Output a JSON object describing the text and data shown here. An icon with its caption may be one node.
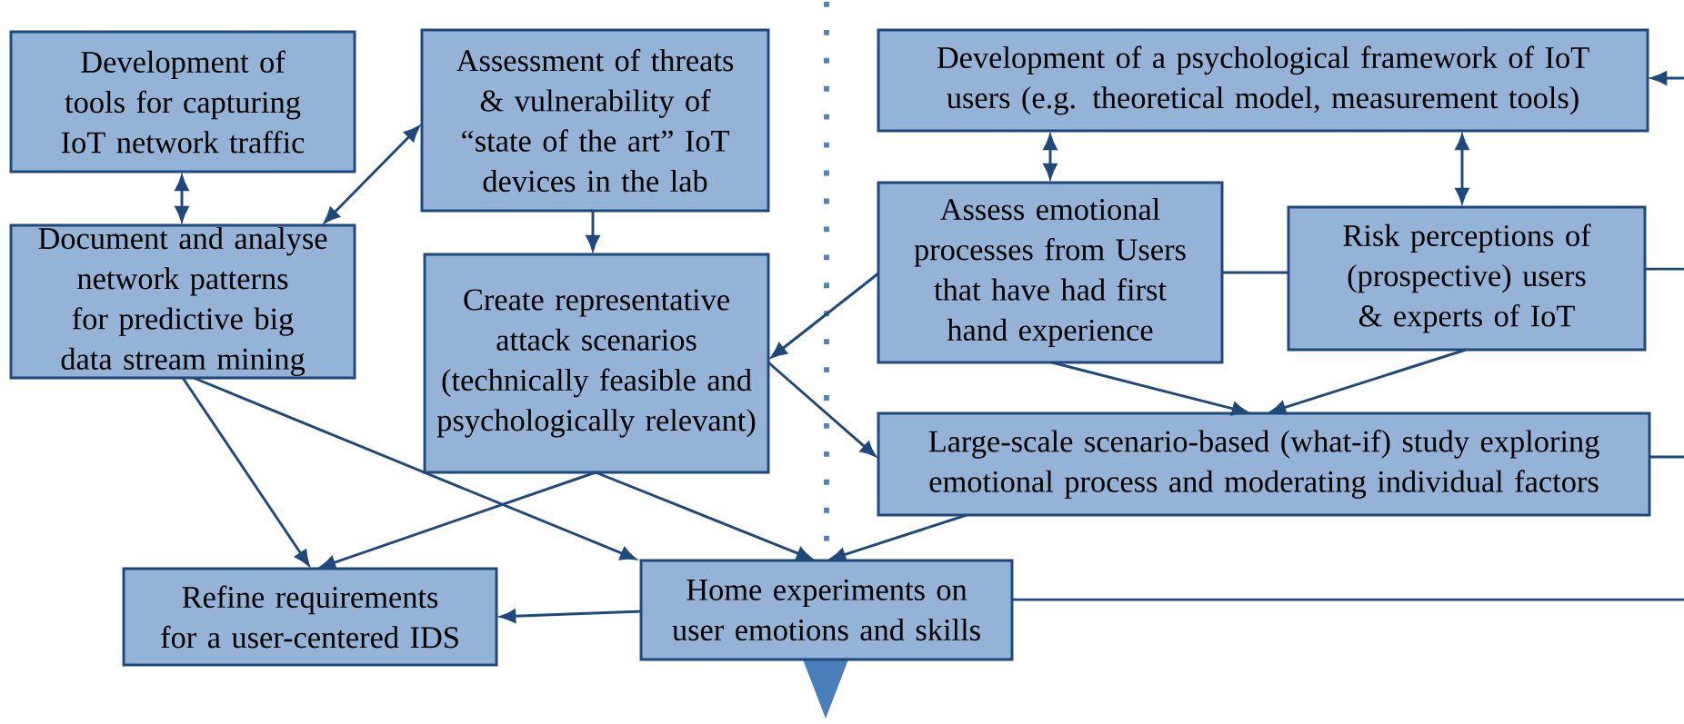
{
  "diagram": {
    "nodes": [
      {
        "text": [
          "Development of tools for capturing IoT network traffic"
        ]
      },
      {
        "text": [
          "Assessment of threats & vulnerability of “state of the art” IoT devices in the lab"
        ]
      },
      {
        "text": [
          "Document and analyse network patterns for predictive big data stream mining"
        ]
      },
      {
        "text": [
          "Create representative attack scenarios (technically feasible and psychologically relevant)"
        ]
      },
      {
        "text": [
          "Development of a psychological framework of IoT users (e.g. theoretical model, measurement tools)"
        ]
      },
      {
        "text": [
          "Assess emotional processes from Users that have had first hand experience"
        ]
      },
      {
        "text": [
          "Risk perceptions of (prospective) users & experts of IoT"
        ]
      },
      {
        "text": [
          "Large-scale scenario-based (what-if) study exploring emotional process and moderating individual factors"
        ]
      },
      {
        "text": [
          "Refine requirements for a user-centered IDS"
        ]
      },
      {
        "text": [
          "Home experiments on user emotions and skills"
        ]
      }
    ],
    "edges": [
      {
        "from": 0,
        "to": 2,
        "arrow": "both"
      },
      {
        "from": 2,
        "to": 1,
        "arrow": "both"
      },
      {
        "from": 1,
        "to": 3,
        "arrow": "to"
      },
      {
        "from": 5,
        "to": 3,
        "arrow": "to"
      },
      {
        "from": 4,
        "to": 5,
        "arrow": "both"
      },
      {
        "from": 4,
        "to": 6,
        "arrow": "both"
      },
      {
        "from": 5,
        "to": 6,
        "arrow": "none"
      },
      {
        "from": 3,
        "to": 7,
        "arrow": "to"
      },
      {
        "from": 5,
        "to": 7,
        "arrow": "to"
      },
      {
        "from": 6,
        "to": 7,
        "arrow": "to"
      },
      {
        "from": 2,
        "to": 8,
        "arrow": "to"
      },
      {
        "from": 2,
        "to": 9,
        "arrow": "to"
      },
      {
        "from": 3,
        "to": 8,
        "arrow": "to"
      },
      {
        "from": 3,
        "to": 9,
        "arrow": "to"
      },
      {
        "from": 7,
        "to": 9,
        "arrow": "to"
      },
      {
        "from": 9,
        "to": 8,
        "arrow": "to"
      },
      {
        "from": null,
        "to": 4,
        "arrow": "to"
      },
      {
        "from": 6,
        "to": null,
        "arrow": "none"
      },
      {
        "from": 7,
        "to": null,
        "arrow": "none"
      },
      {
        "from": 9,
        "to": null,
        "arrow": "none"
      }
    ]
  }
}
